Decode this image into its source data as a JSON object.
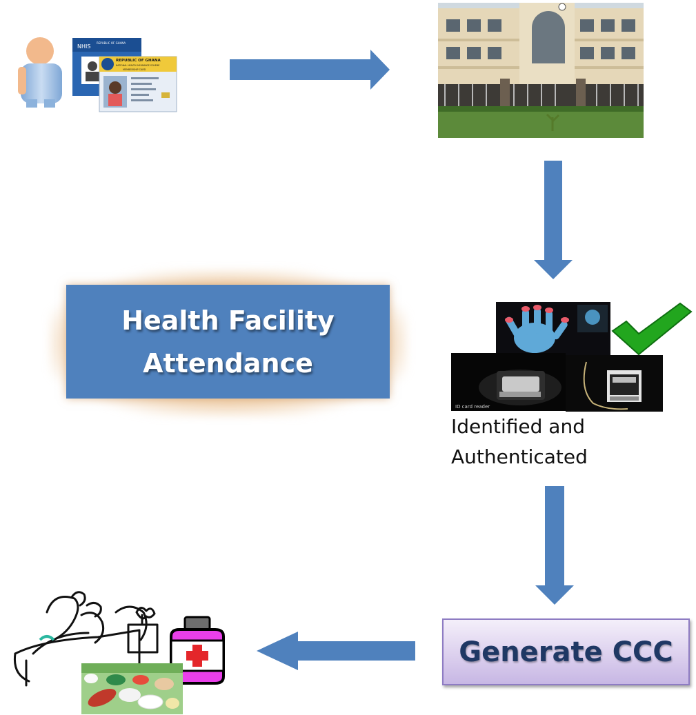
{
  "center_box": {
    "line1": "Health Facility",
    "line2": "Attendance"
  },
  "identified": {
    "line1": "Identified and",
    "line2": "Authenticated"
  },
  "generate_ccc": {
    "label": "Generate CCC"
  },
  "id_cards": {
    "card_back_header": "REPUBLIC OF GHANA",
    "card_front_line1": "REPUBLIC OF GHANA",
    "card_front_line2": "NATIONAL HEALTH INSURANCE SCHEME",
    "card_front_line3": "MEMBERSHIP CARD",
    "logo_text": "NHIS"
  },
  "devices": {
    "reader_label": "ID card reader"
  },
  "colors": {
    "arrow": "#4f81bd",
    "center_box": "#4f81bd",
    "ccc_border": "#8e7cc3",
    "ccc_text": "#1f3864",
    "check": "#22a61e"
  }
}
